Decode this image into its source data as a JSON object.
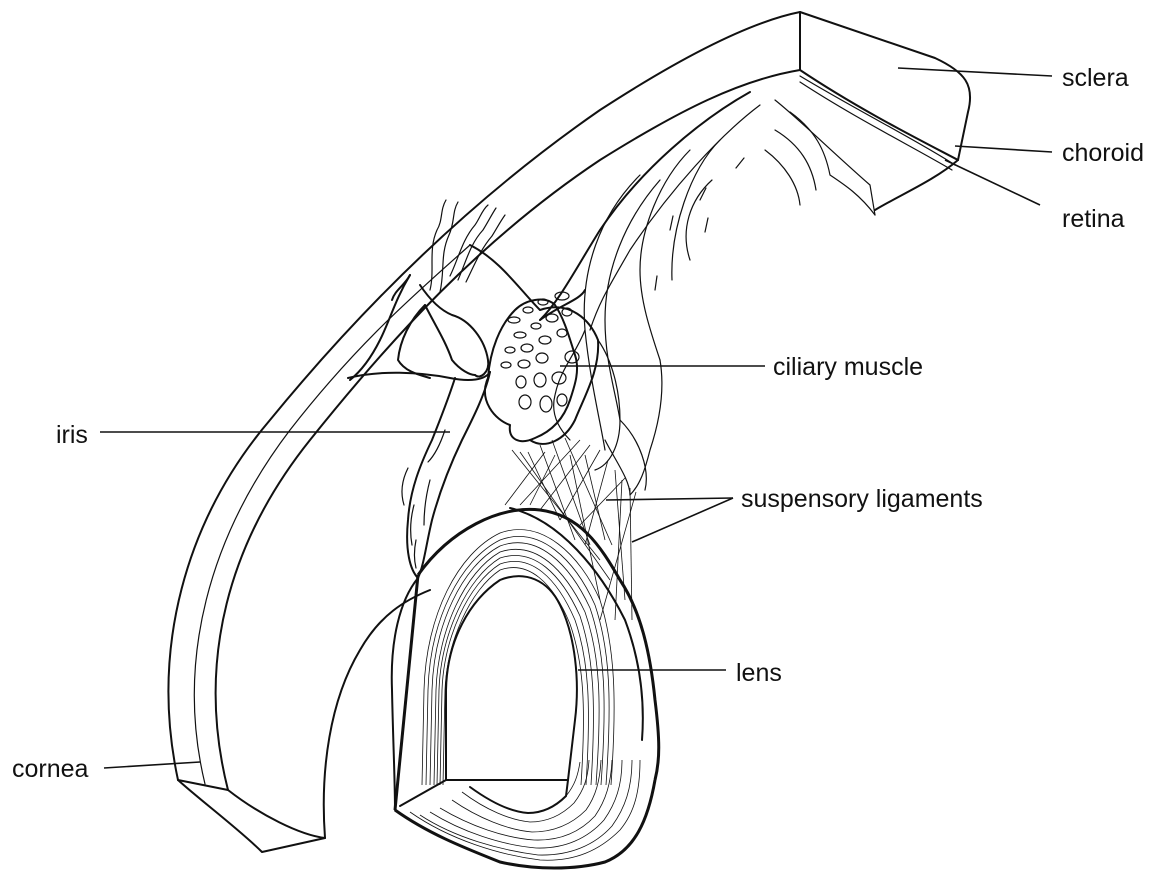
{
  "labels": {
    "sclera": "sclera",
    "choroid": "choroid",
    "retina": "retina",
    "ciliary_muscle": "ciliary muscle",
    "iris": "iris",
    "suspensory_ligaments": "suspensory ligaments",
    "lens": "lens",
    "cornea": "cornea"
  }
}
